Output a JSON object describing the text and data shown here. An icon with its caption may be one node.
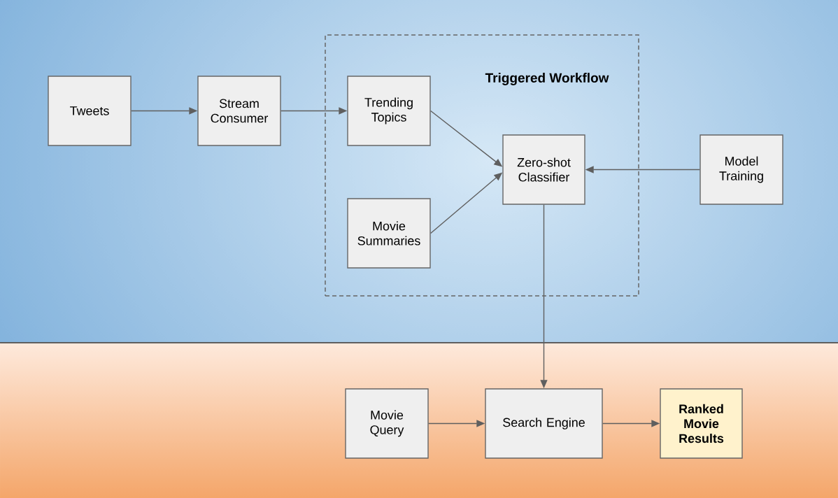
{
  "diagram": {
    "nodes": [
      {
        "text": [
          "Tweets"
        ]
      },
      {
        "text": [
          "Stream Consumer"
        ]
      },
      {
        "text": [
          "Triggered Workflow"
        ]
      },
      {
        "text": [
          "Trending Topics"
        ],
        "in": 2
      },
      {
        "text": [
          "Movie Summaries"
        ],
        "in": 2
      },
      {
        "text": [
          "Zero-shot Classifier"
        ],
        "in": 2
      },
      {
        "text": [
          "Model Training"
        ]
      },
      {
        "text": [
          "Movie Query"
        ]
      },
      {
        "text": [
          "Search Engine"
        ]
      },
      {
        "text": [
          "Ranked Movie Results"
        ]
      }
    ],
    "edges": [
      {
        "from": 0,
        "to": 1,
        "arrow": "to"
      },
      {
        "from": 1,
        "to": 3,
        "arrow": "to"
      },
      {
        "from": 3,
        "to": 5,
        "arrow": "to"
      },
      {
        "from": 4,
        "to": 5,
        "arrow": "to"
      },
      {
        "from": 6,
        "to": 5,
        "arrow": "to"
      },
      {
        "from": 5,
        "to": 8,
        "arrow": "to"
      },
      {
        "from": 7,
        "to": 8,
        "arrow": "to"
      },
      {
        "from": 8,
        "to": 9,
        "arrow": "to"
      }
    ]
  }
}
